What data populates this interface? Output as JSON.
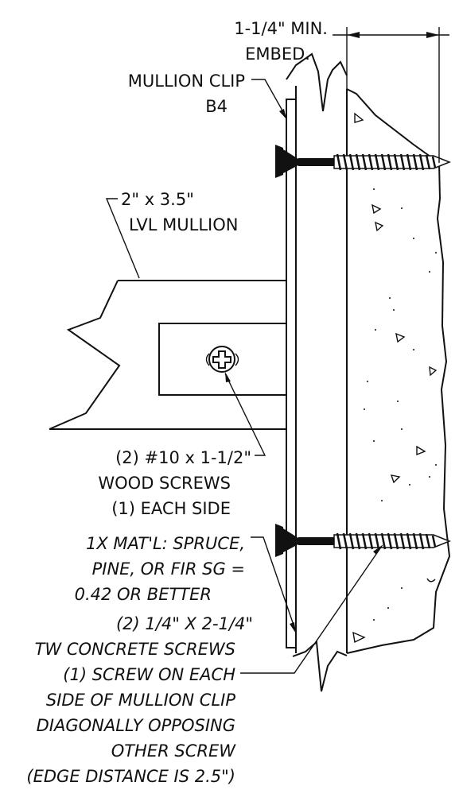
{
  "labels": {
    "embed_1": "1-1/4\" MIN.",
    "embed_2": "EMBED.",
    "clip_1": "MULLION CLIP",
    "clip_2": "B4",
    "mullion_1": "2\" x 3.5\"",
    "mullion_2": "LVL MULLION",
    "wood_1": "(2) #10 x 1-1/2\"",
    "wood_2": "WOOD SCREWS",
    "wood_3": "(1) EACH SIDE",
    "mat_1": "1X MAT'L: SPRUCE,",
    "mat_2": "PINE, OR FIR SG =",
    "mat_3": "0.42 OR BETTER",
    "conc_1": "(2) 1/4\" X 2-1/4\"",
    "conc_2": "TW CONCRETE SCREWS",
    "conc_3": "(1) SCREW ON EACH",
    "conc_4": "SIDE OF MULLION CLIP",
    "conc_5": "DIAGONALLY OPPOSING",
    "conc_6": "OTHER SCREW",
    "conc_7": "(EDGE DISTANCE IS 2.5\")"
  },
  "symbols": {
    "wood_screw": "phillips-screw-head",
    "aggregate": "triangle-aggregate-marks"
  }
}
